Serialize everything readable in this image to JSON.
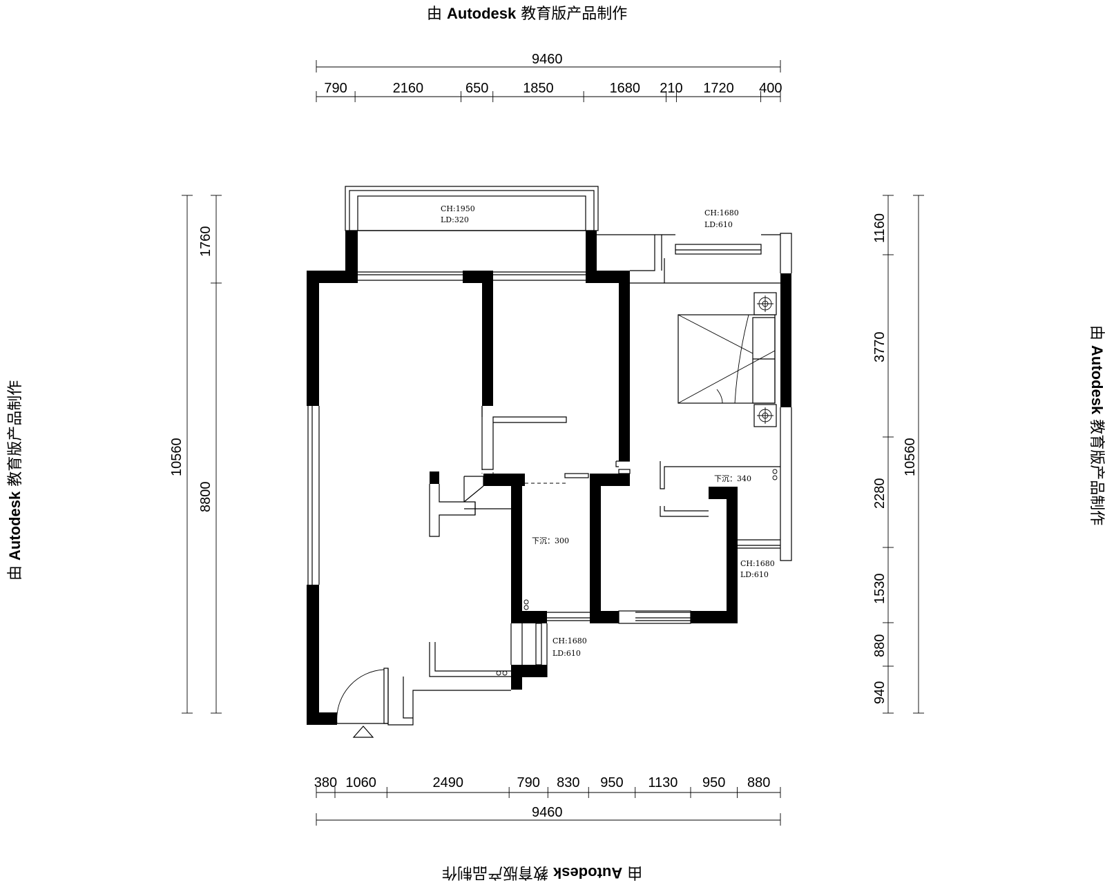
{
  "watermark": {
    "prefix": "由",
    "brand": "Autodesk",
    "suffix": "教育版产品制作"
  },
  "dimensions": {
    "top_total": "9460",
    "top_segments": [
      "790",
      "2160",
      "650",
      "1850",
      "1680",
      "210",
      "1720",
      "400"
    ],
    "bottom_total": "9460",
    "bottom_segments": [
      "380",
      "1060",
      "2490",
      "790",
      "830",
      "950",
      "1130",
      "950",
      "880"
    ],
    "left_total": "10560",
    "left_segments": [
      "1760",
      "8800"
    ],
    "right_total": "10560",
    "right_segments": [
      "1160",
      "3770",
      "2280",
      "1530",
      "880",
      "940"
    ]
  },
  "annotations": {
    "balcony_window": {
      "ch": "CH:1950",
      "ld": "LD:320"
    },
    "bedroom_window": {
      "ch": "CH:1680",
      "ld": "LD:610"
    },
    "right_window": {
      "ch": "CH:1680",
      "ld": "LD:610"
    },
    "bottom_window": {
      "ch": "CH:1680",
      "ld": "LD:610"
    },
    "bath_right_sink": "下沉：340",
    "bath_center_sink": "下沉：300"
  },
  "colors": {
    "wall": "#000000",
    "background": "#ffffff"
  }
}
